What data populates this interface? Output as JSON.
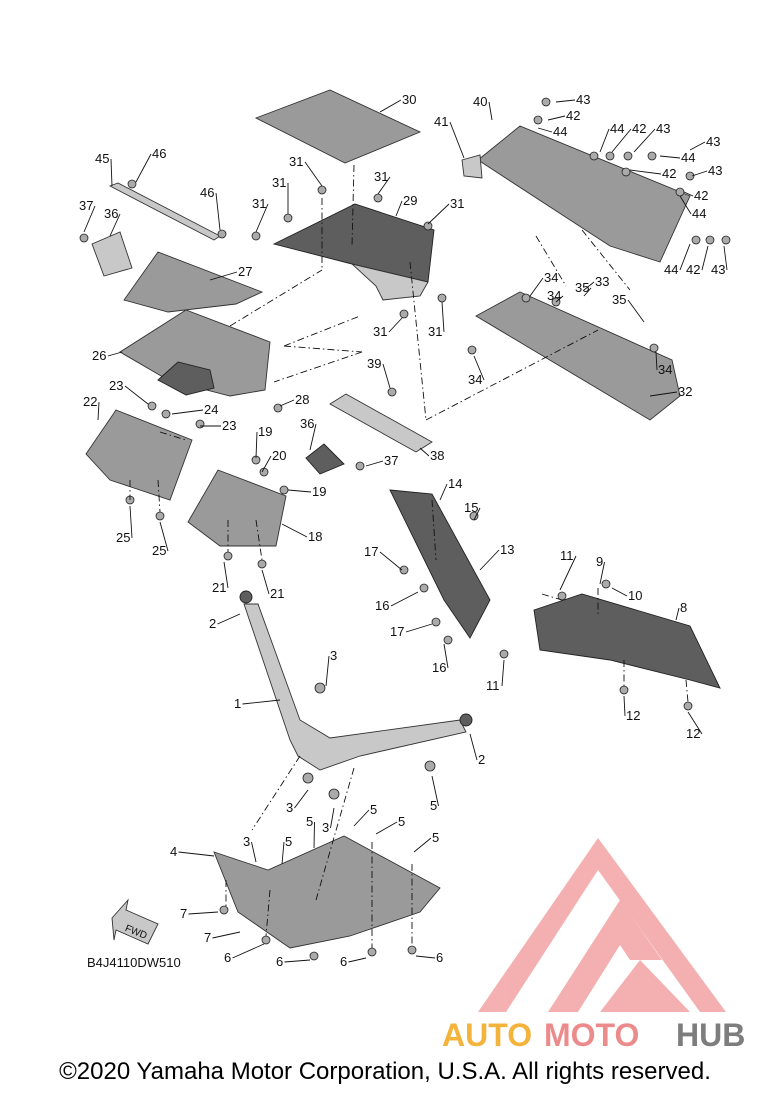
{
  "diagram_code": "B4J4110DW510",
  "fwd_label": "FWD",
  "footer": "©2020 Yamaha Motor Corporation, U.S.A. All rights reserved.",
  "watermark": {
    "auto": "AUTO",
    "moto": "MOTO",
    "hub": "HUB",
    "colors": {
      "auto": "#f4b43c",
      "moto": "#ec8b8b",
      "hub": "#7d7d7d",
      "logo": "#f09a9a"
    }
  },
  "callouts": [
    {
      "n": "30"
    },
    {
      "n": "40"
    },
    {
      "n": "43"
    },
    {
      "n": "42"
    },
    {
      "n": "41"
    },
    {
      "n": "44"
    },
    {
      "n": "44"
    },
    {
      "n": "42"
    },
    {
      "n": "43"
    },
    {
      "n": "44"
    },
    {
      "n": "42"
    },
    {
      "n": "43"
    },
    {
      "n": "43"
    },
    {
      "n": "42"
    },
    {
      "n": "44"
    },
    {
      "n": "44"
    },
    {
      "n": "42"
    },
    {
      "n": "43"
    },
    {
      "n": "45"
    },
    {
      "n": "46"
    },
    {
      "n": "31"
    },
    {
      "n": "31"
    },
    {
      "n": "31"
    },
    {
      "n": "29"
    },
    {
      "n": "31"
    },
    {
      "n": "37"
    },
    {
      "n": "36"
    },
    {
      "n": "46"
    },
    {
      "n": "31"
    },
    {
      "n": "27"
    },
    {
      "n": "34"
    },
    {
      "n": "34"
    },
    {
      "n": "33"
    },
    {
      "n": "35"
    },
    {
      "n": "35"
    },
    {
      "n": "26"
    },
    {
      "n": "31"
    },
    {
      "n": "31"
    },
    {
      "n": "34"
    },
    {
      "n": "34"
    },
    {
      "n": "39"
    },
    {
      "n": "32"
    },
    {
      "n": "23"
    },
    {
      "n": "28"
    },
    {
      "n": "22"
    },
    {
      "n": "24"
    },
    {
      "n": "23"
    },
    {
      "n": "36"
    },
    {
      "n": "19"
    },
    {
      "n": "20"
    },
    {
      "n": "37"
    },
    {
      "n": "38"
    },
    {
      "n": "19"
    },
    {
      "n": "14"
    },
    {
      "n": "15"
    },
    {
      "n": "18"
    },
    {
      "n": "25"
    },
    {
      "n": "25"
    },
    {
      "n": "13"
    },
    {
      "n": "17"
    },
    {
      "n": "11"
    },
    {
      "n": "9"
    },
    {
      "n": "10"
    },
    {
      "n": "21"
    },
    {
      "n": "21"
    },
    {
      "n": "16"
    },
    {
      "n": "8"
    },
    {
      "n": "17"
    },
    {
      "n": "2"
    },
    {
      "n": "16"
    },
    {
      "n": "3"
    },
    {
      "n": "11"
    },
    {
      "n": "12"
    },
    {
      "n": "12"
    },
    {
      "n": "1"
    },
    {
      "n": "2"
    },
    {
      "n": "3"
    },
    {
      "n": "3"
    },
    {
      "n": "5"
    },
    {
      "n": "3"
    },
    {
      "n": "5"
    },
    {
      "n": "5"
    },
    {
      "n": "5"
    },
    {
      "n": "5"
    },
    {
      "n": "5"
    },
    {
      "n": "4"
    },
    {
      "n": "7"
    },
    {
      "n": "7"
    },
    {
      "n": "6"
    },
    {
      "n": "6"
    },
    {
      "n": "6"
    },
    {
      "n": "6"
    }
  ]
}
